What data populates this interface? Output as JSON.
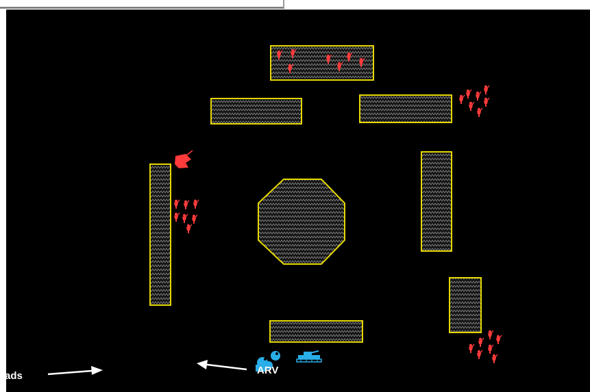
{
  "labels": {
    "left": "ads",
    "right": "ARV"
  },
  "colors": {
    "background": "#000000",
    "obstacle_outline": "#e6d800",
    "obstacle_fill": "#141414",
    "hatch": "#8a8a8a",
    "enemy": "#ff3b3b",
    "friendly": "#29aee8",
    "arrow": "#ffffff"
  },
  "units": {
    "enemy_squads": [
      "enemy-squad-top-building",
      "enemy-squad-upper-right",
      "enemy-squad-left",
      "enemy-squad-lower-right",
      "enemy-scout-left"
    ],
    "friendly_units": [
      "friendly-infantry",
      "friendly-tank"
    ]
  }
}
